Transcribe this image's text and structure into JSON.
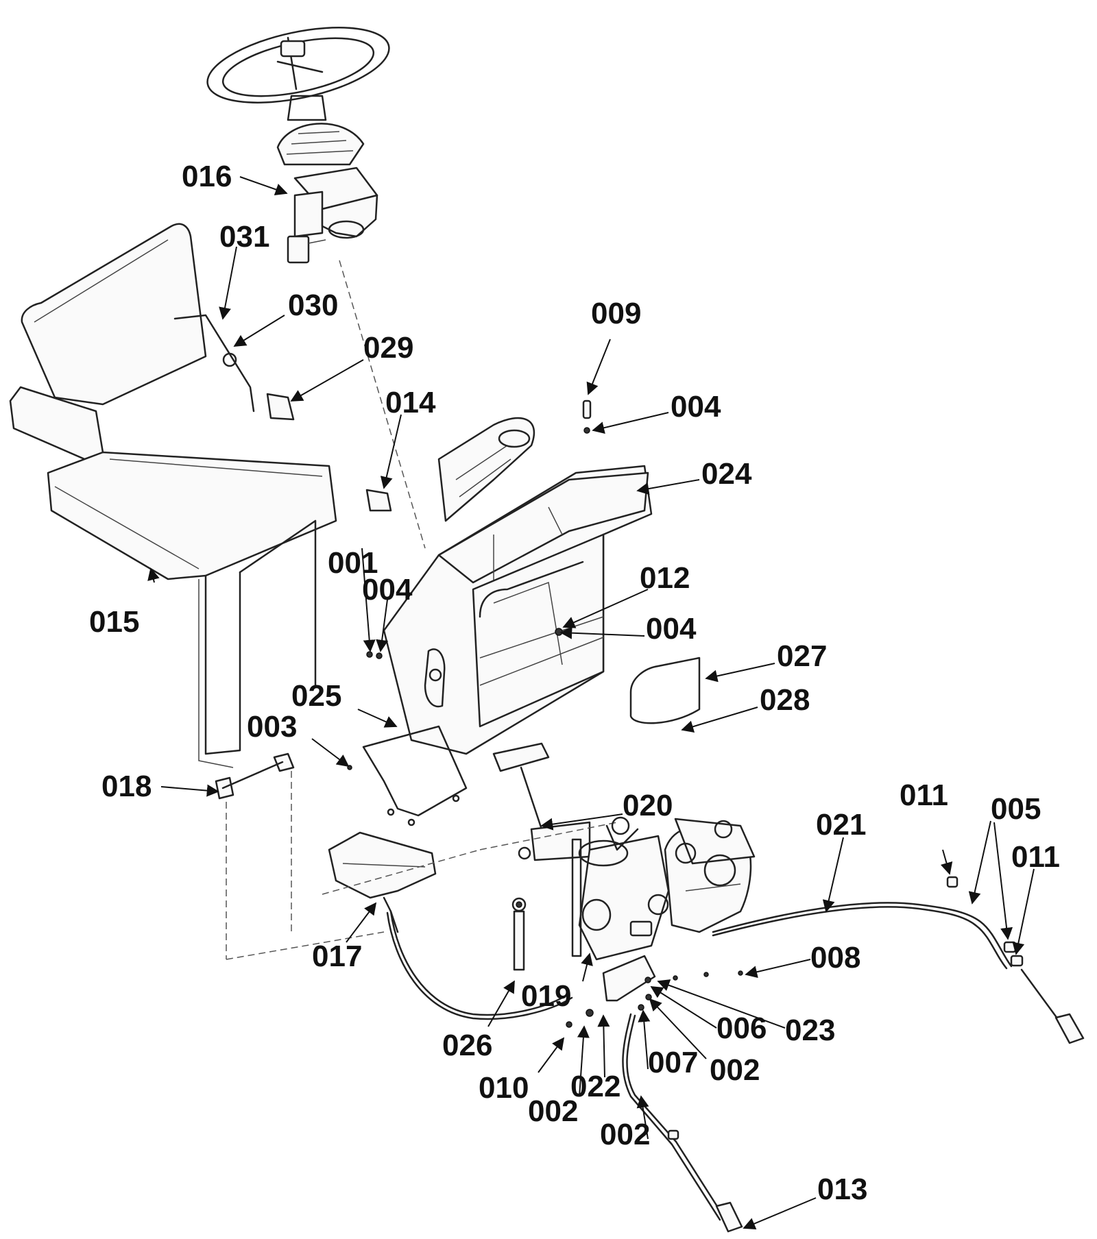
{
  "callouts": {
    "c001": "001",
    "c002": "002",
    "c003": "003",
    "c004": "004",
    "c005": "005",
    "c006": "006",
    "c007": "007",
    "c008": "008",
    "c009": "009",
    "c010": "010",
    "c011": "011",
    "c012": "012",
    "c013": "013",
    "c014": "014",
    "c015": "015",
    "c016": "016",
    "c017": "017",
    "c018": "018",
    "c019": "019",
    "c020": "020",
    "c021": "021",
    "c022": "022",
    "c023": "023",
    "c024": "024",
    "c025": "025",
    "c026": "026",
    "c027": "027",
    "c028": "028",
    "c029": "029",
    "c030": "030",
    "c031": "031"
  },
  "colors": {
    "line": "#222222",
    "background": "#ffffff"
  }
}
